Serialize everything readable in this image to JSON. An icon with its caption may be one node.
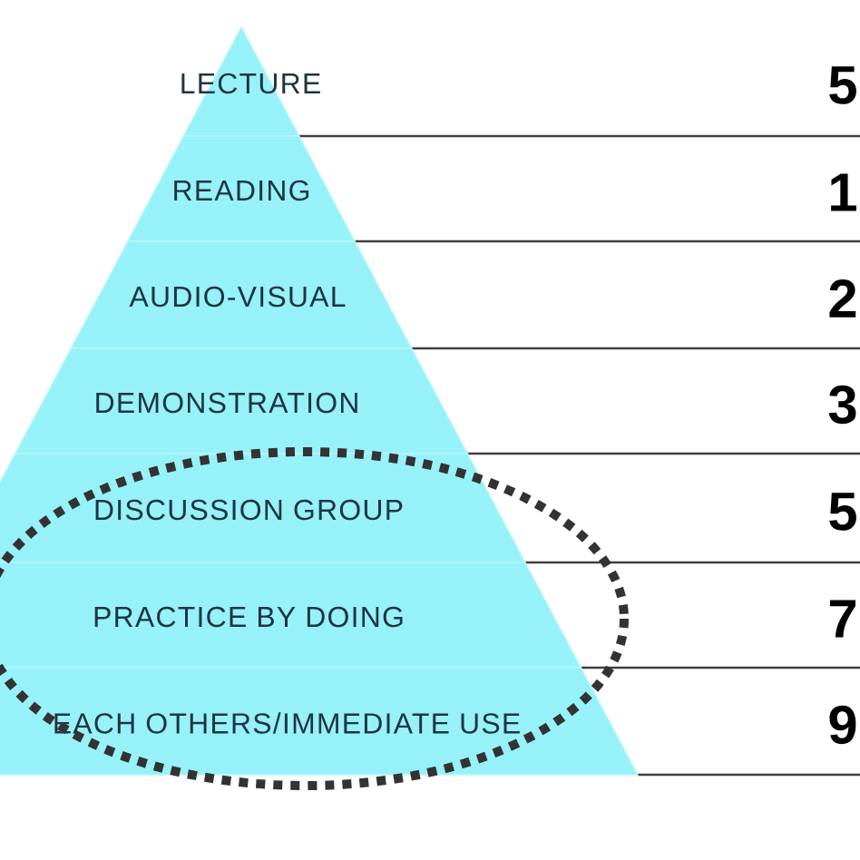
{
  "diagram": {
    "nodes": [
      {
        "text": [
          "LECTURE"
        ]
      },
      {
        "text": [
          "READING"
        ]
      },
      {
        "text": [
          "AUDIO-VISUAL"
        ]
      },
      {
        "text": [
          "DEMONSTRATION"
        ]
      },
      {
        "text": [
          "DISCUSSION GROUP"
        ]
      },
      {
        "text": [
          "PRACTICE BY DOING"
        ]
      },
      {
        "text": [
          "EACH OTHERS/IMMEDIATE USE"
        ]
      }
    ],
    "labels": [
      "5",
      "1",
      "2",
      "3",
      "5",
      "7",
      "9"
    ]
  }
}
